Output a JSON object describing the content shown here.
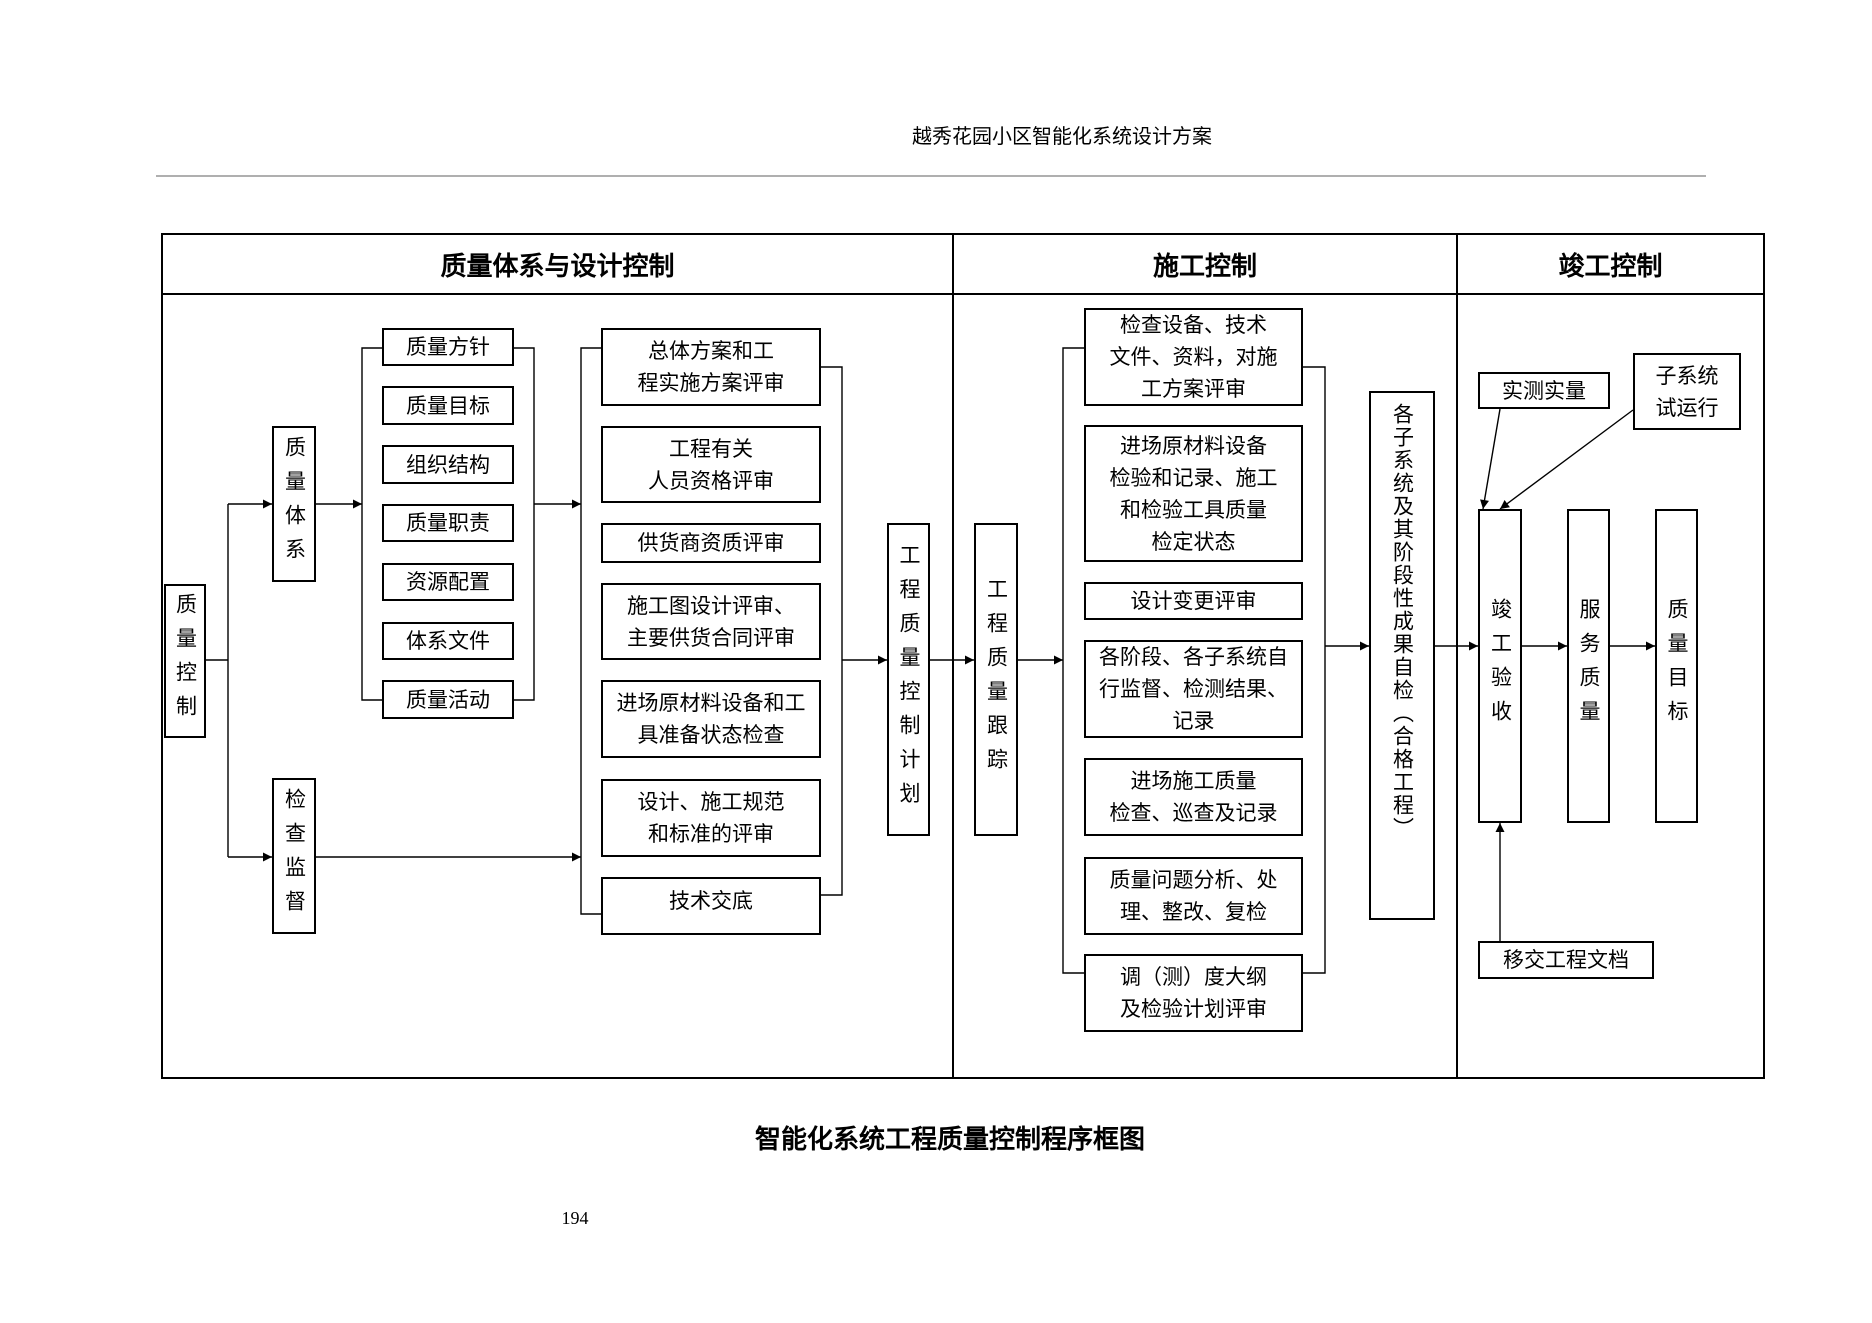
{
  "document": {
    "header_title": "越秀花园小区智能化系统设计方案",
    "caption": "智能化系统工程质量控制程序框图",
    "page_number": "194"
  },
  "diagram": {
    "columns": {
      "design": "质量体系与设计控制",
      "construction": "施工控制",
      "completion": "竣工控制"
    },
    "root": "质量控制",
    "quality_system": "质量体系",
    "inspection": "检查监督",
    "system_elements": [
      "质量方针",
      "质量目标",
      "组织结构",
      "质量职责",
      "资源配置",
      "体系文件",
      "质量活动"
    ],
    "design_reviews": [
      "总体方案和工\n程实施方案评审",
      "工程有关\n人员资格评审",
      "供货商资质评审",
      "施工图设计评审、\n主要供货合同评审",
      "进场原材料设备和工\n具准备状态检查",
      "设计、施工规范\n和标准的评审",
      "技术交底"
    ],
    "control_plan": "工程质量控制计划",
    "tracking": "工程质量跟踪",
    "construction_items": [
      "检查设备、技术\n文件、资料，对施\n工方案评审",
      "进场原材料设备\n检验和记录、施工\n和检验工具质量\n检定状态",
      "设计变更评审",
      "各阶段、各子系统自\n行监督、检测结果、\n记录",
      "进场施工质量\n检查、巡查及记录",
      "质量问题分析、处\n理、整改、复检",
      "调（测）度大纲\n及检验计划评审"
    ],
    "self_check": "各子系统及其阶段性成果自检（合格工程）",
    "measurement": "实测实量",
    "trial_run": "子系统\n试运行",
    "acceptance": "竣工验收",
    "service_quality": "服务质量",
    "quality_goal": "质量目标",
    "handover": "移交工程文档"
  },
  "colors": {
    "ink": "#000000",
    "rule": "#7f7f7f",
    "paper": "#ffffff"
  }
}
